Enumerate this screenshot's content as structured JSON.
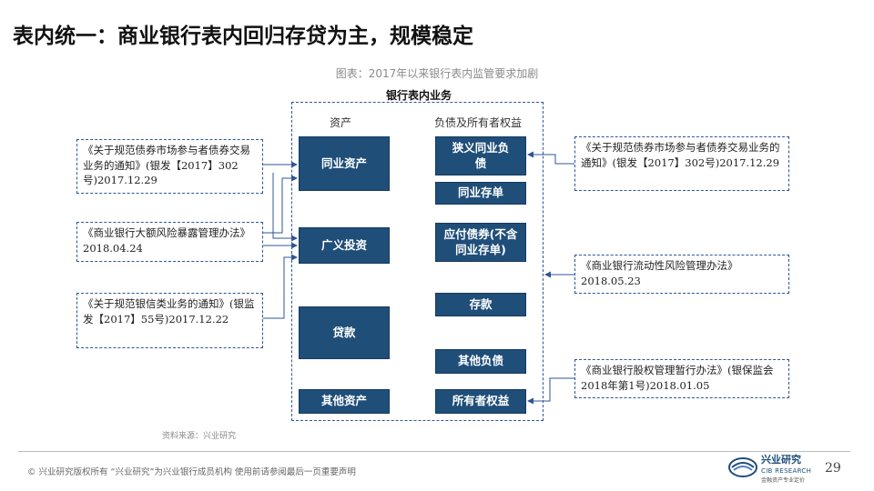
{
  "slide": {
    "title": "表内统一：商业银行表内回归存贷为主，规模稳定",
    "figure_caption": "图表：2017年以来银行表内监管要求加剧",
    "source": "资料来源：兴业研究",
    "page_number": "29"
  },
  "balance_sheet": {
    "label": "银行表内业务",
    "assets_header": "资产",
    "liabilities_header": "负债及所有者权益",
    "assets": [
      {
        "id": "interbank-assets",
        "label": "同业资产"
      },
      {
        "id": "broad-investment",
        "label": "广义投资"
      },
      {
        "id": "loans",
        "label": "贷款"
      },
      {
        "id": "other-assets",
        "label": "其他资产"
      }
    ],
    "liabilities": [
      {
        "id": "narrow-interbank-liabilities",
        "label": "狭义同业负债"
      },
      {
        "id": "interbank-cds",
        "label": "同业存单"
      },
      {
        "id": "bonds-payable",
        "label": "应付债券(不含同业存单)"
      },
      {
        "id": "deposits",
        "label": "存款"
      },
      {
        "id": "other-liabilities",
        "label": "其他负债"
      },
      {
        "id": "owners-equity",
        "label": "所有者权益"
      }
    ]
  },
  "regulations": {
    "left": [
      {
        "id": "reg-302-left",
        "text": "《关于规范债券市场参与者债券交易业务的通知》(银发【2017】302号)2017.12.29"
      },
      {
        "id": "reg-large-exposure",
        "text": "《商业银行大额风险暴露管理办法》2018.04.24"
      },
      {
        "id": "reg-bank-trust",
        "text": "《关于规范银信类业务的通知》(银监发【2017】55号)2017.12.22"
      }
    ],
    "right": [
      {
        "id": "reg-302-right",
        "text": "《关于规范债券市场参与者债券交易业务的通知》(银发【2017】302号)2017.12.29"
      },
      {
        "id": "reg-liquidity",
        "text": "《商业银行流动性风险管理办法》2018.05.23"
      },
      {
        "id": "reg-equity",
        "text": "《商业银行股权管理暂行办法》(银保监会2018年第1号)2018.01.05"
      }
    ]
  },
  "footer": {
    "copyright": "©  兴业研究版权所有   “兴业研究”为兴业银行成员机构   使用前请参阅最后一页重要声明",
    "logo_text": "兴业研究",
    "logo_sub": "CIB RESEARCH",
    "logo_tagline": "金融资产专业定价"
  }
}
